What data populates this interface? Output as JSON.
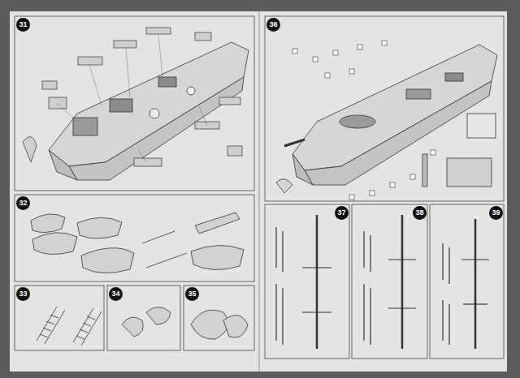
{
  "diagram": {
    "nodes": [
      {
        "text": [
          "31"
        ]
      },
      {
        "text": [
          "32"
        ]
      },
      {
        "text": [
          "33"
        ]
      },
      {
        "text": [
          "34"
        ]
      },
      {
        "text": [
          "35"
        ]
      },
      {
        "text": [
          "36"
        ]
      },
      {
        "text": [
          "37"
        ]
      },
      {
        "text": [
          "38"
        ]
      },
      {
        "text": [
          "39"
        ]
      }
    ]
  }
}
